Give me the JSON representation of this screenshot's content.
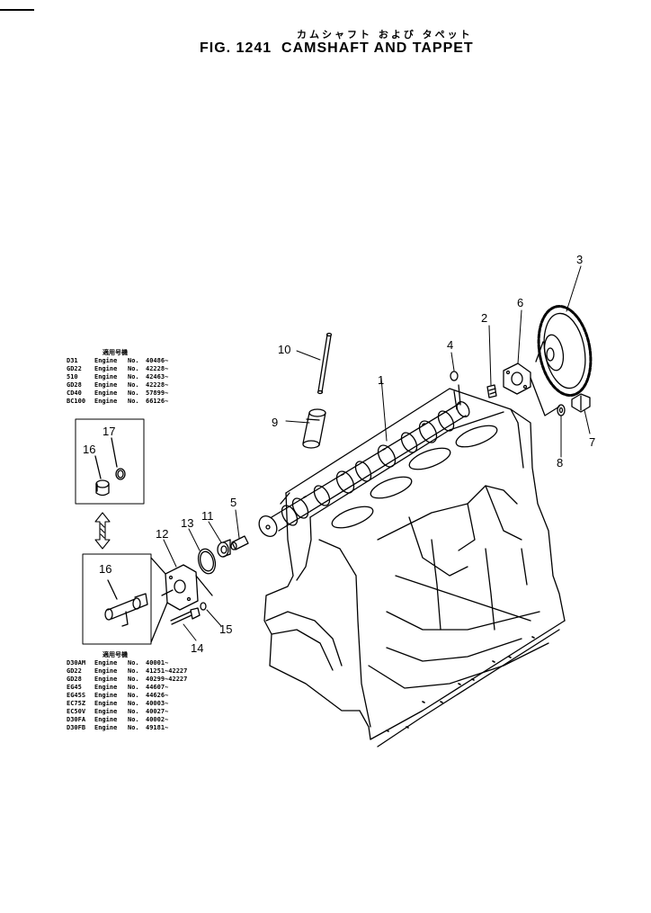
{
  "header": {
    "title_jp": "カムシャフト および タペット",
    "title": "FIG. 1241  CAMSHAFT AND TAPPET"
  },
  "applicability_top": {
    "heading": "適用号機",
    "rows": [
      {
        "model": "D31",
        "engine": "Engine",
        "no": "No.",
        "serial": "40486~"
      },
      {
        "model": "GD22",
        "engine": "Engine",
        "no": "No.",
        "serial": "42228~"
      },
      {
        "model": "510",
        "engine": "Engine",
        "no": "No.",
        "serial": "42463~"
      },
      {
        "model": "GD28",
        "engine": "Engine",
        "no": "No.",
        "serial": "42228~"
      },
      {
        "model": "CD40",
        "engine": "Engine",
        "no": "No.",
        "serial": "57899~"
      },
      {
        "model": "BC100",
        "engine": "Engine",
        "no": "No.",
        "serial": "66126~"
      }
    ]
  },
  "applicability_bottom": {
    "heading": "適用号機",
    "rows": [
      {
        "model": "D30AM",
        "engine": "Engine",
        "no": "No.",
        "serial": "40001~"
      },
      {
        "model": "GD22",
        "engine": "Engine",
        "no": "No.",
        "serial": "41251~42227"
      },
      {
        "model": "GD28",
        "engine": "Engine",
        "no": "No.",
        "serial": "40299~42227"
      },
      {
        "model": "EG45",
        "engine": "Engine",
        "no": "No.",
        "serial": "44607~"
      },
      {
        "model": "EG45S",
        "engine": "Engine",
        "no": "No.",
        "serial": "44626~"
      },
      {
        "model": "EC75Z",
        "engine": "Engine",
        "no": "No.",
        "serial": "40003~"
      },
      {
        "model": "EC50V",
        "engine": "Engine",
        "no": "No.",
        "serial": "40027~"
      },
      {
        "model": "D30FA",
        "engine": "Engine",
        "no": "No.",
        "serial": "40002~"
      },
      {
        "model": "D30FB",
        "engine": "Engine",
        "no": "No.",
        "serial": "49181~"
      }
    ]
  },
  "callouts": {
    "c1": "1",
    "c2": "2",
    "c3": "3",
    "c4": "4",
    "c5": "5",
    "c6": "6",
    "c7": "7",
    "c8": "8",
    "c9": "9",
    "c10": "10",
    "c11": "11",
    "c12": "12",
    "c13": "13",
    "c14": "14",
    "c15": "15",
    "c16a": "16",
    "c16b": "16",
    "c17": "17"
  }
}
